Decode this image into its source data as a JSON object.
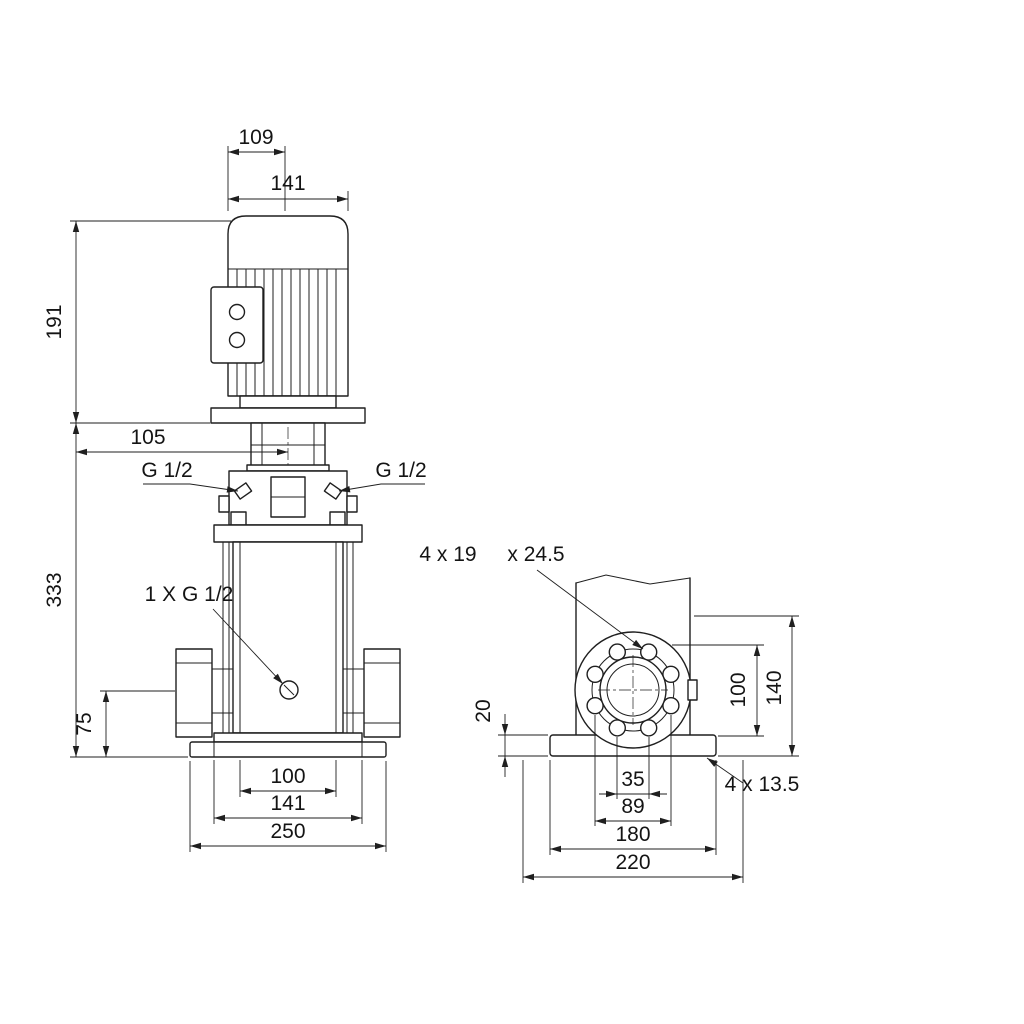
{
  "colors": {
    "line": "#1f1f1f",
    "background": "#ffffff"
  },
  "front_view": {
    "dim_width_top": "109",
    "dim_motor_width": "141",
    "dim_motor_height": "191",
    "dim_offset": "105",
    "vent_left": "G 1/2",
    "vent_right": "G 1/2",
    "dim_total_height": "333",
    "drain_label": "1 X G 1/2",
    "dim_port_height": "75",
    "dim_chamber_width": "100",
    "dim_plate_width": "141",
    "dim_base_width": "250"
  },
  "side_view": {
    "flange_note_count": "4 x 19",
    "flange_note_cbore": "x 24.5",
    "dim_base_thickness": "20",
    "dim_flange_height": "100",
    "dim_overall_height": "140",
    "dim_hole_pitch_inner": "35",
    "dim_hole_pitch_outer": "89",
    "dim_base_length": "180",
    "dim_overall_length": "220",
    "base_hole_note": "4 x 13.5"
  }
}
